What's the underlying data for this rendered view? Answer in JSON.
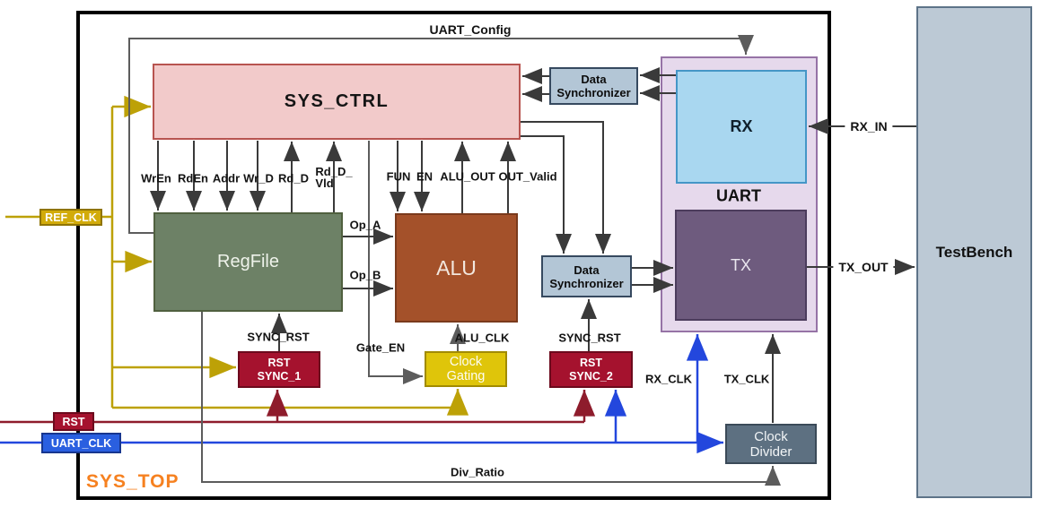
{
  "title": "SYS_TOP",
  "colors": {
    "sys-ctrl-fill": "#f2caca",
    "sys-ctrl-border": "#b85450",
    "regfile-fill": "#6d8166",
    "regfile-border": "#50603f",
    "alu-fill": "#a4512a",
    "alu-border": "#7a3a1c",
    "datasync-fill": "#b3c6d6",
    "datasync-border": "#36495f",
    "rstsync-fill": "#a5122e",
    "rstsync-border": "#6c0a1d",
    "clockgating-fill": "#dfc50a",
    "clockgating-border": "#a18b00",
    "clockdivider-fill": "#5d7081",
    "clockdivider-border": "#3b4a58",
    "uart-fill": "#e6d9ec",
    "uart-border": "#9673a6",
    "rx-fill": "#a9d7f0",
    "rx-border": "#4596c7",
    "tx-fill": "#6e5b7e",
    "tx-border": "#4c3c5d",
    "testbench-fill": "#bcc9d5",
    "testbench-border": "#5d7388",
    "gold-wire": "#bda107",
    "red-wire": "#8e1c2c",
    "blue-wire": "#2347dd",
    "dark-wire": "#3a3a3a",
    "gray-wire": "#5c5c5c",
    "badge-refclk-fill": "#d2ab0a",
    "badge-refclk-border": "#8f7405",
    "badge-uartclk-fill": "#2a5fe0",
    "badge-uartclk-border": "#17368f",
    "systop-label": "#f68120"
  },
  "blocks": {
    "sys_ctrl": {
      "label": "SYS_CTRL"
    },
    "regfile": {
      "label": "RegFile"
    },
    "alu": {
      "label": "ALU"
    },
    "data_sync_1": {
      "line1": "Data",
      "line2": "Synchronizer"
    },
    "data_sync_2": {
      "line1": "Data",
      "line2": "Synchronizer"
    },
    "rst_sync_1": {
      "line1": "RST",
      "line2": "SYNC_1"
    },
    "rst_sync_2": {
      "line1": "RST",
      "line2": "SYNC_2"
    },
    "clock_gating": {
      "line1": "Clock",
      "line2": "Gating"
    },
    "clock_divider": {
      "line1": "Clock",
      "line2": "Divider"
    },
    "uart": {
      "label": "UART"
    },
    "rx": {
      "label": "RX"
    },
    "tx": {
      "label": "TX"
    },
    "testbench": {
      "label": "TestBench"
    }
  },
  "badges": {
    "ref_clk": "REF_CLK",
    "rst": "RST",
    "uart_clk": "UART_CLK"
  },
  "signals": {
    "uart_config": "UART_Config",
    "wren": "WrEn",
    "rden": "RdEn",
    "addr": "Addr",
    "wr_d": "Wr_D",
    "rd_d": "Rd_D",
    "rd_d_vld_line1": "Rd_D_",
    "rd_d_vld_line2": "Vld",
    "fun": "FUN",
    "en": "EN",
    "alu_out": "ALU_OUT",
    "out_valid": "OUT_Valid",
    "op_a": "Op_A",
    "op_b": "Op_B",
    "gate_en": "Gate_EN",
    "alu_clk": "ALU_CLK",
    "sync_rst_1": "SYNC_RST",
    "sync_rst_2": "SYNC_RST",
    "rx_clk": "RX_CLK",
    "tx_clk": "TX_CLK",
    "div_ratio": "Div_Ratio",
    "rx_in": "RX_IN",
    "tx_out": "TX_OUT"
  }
}
